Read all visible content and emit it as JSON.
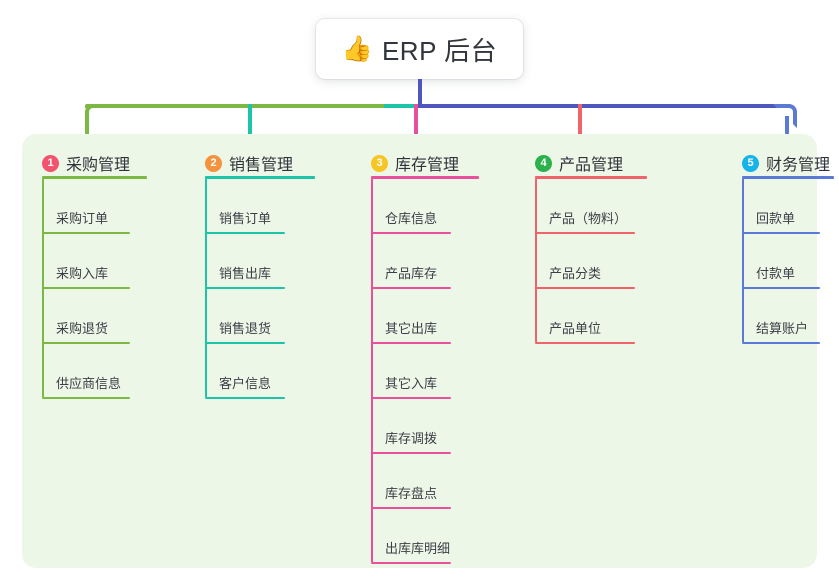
{
  "root": {
    "emoji": "👍",
    "emoji_name": "thumbs-up-icon",
    "title": "ERP 后台"
  },
  "palette": {
    "panel_bg": "#edf7e7",
    "page_bg": "#ffffff",
    "stem": "#4d57bf",
    "bar_green": "#7cb844",
    "bar_teal": "#1cc4a8",
    "bar_indigo": "#4d57bf",
    "text": "#2f343b"
  },
  "columns": [
    {
      "index": "1",
      "title": "采购管理",
      "badge_color": "#f2536d",
      "line_color": "#7cb844",
      "drop_color": "#7cb844",
      "items": [
        "采购订单",
        "采购入库",
        "采购退货",
        "供应商信息"
      ]
    },
    {
      "index": "2",
      "title": "销售管理",
      "badge_color": "#f5923e",
      "line_color": "#1cc4a8",
      "drop_color": "#1cc4a8",
      "items": [
        "销售订单",
        "销售出库",
        "销售退货",
        "客户信息"
      ]
    },
    {
      "index": "3",
      "title": "库存管理",
      "badge_color": "#f7c524",
      "line_color": "#ea4f9b",
      "drop_color": "#ea4f9b",
      "items": [
        "仓库信息",
        "产品库存",
        "其它出库",
        "其它入库",
        "库存调拨",
        "库存盘点",
        "出库库明细"
      ]
    },
    {
      "index": "4",
      "title": "产品管理",
      "badge_color": "#2bb24c",
      "line_color": "#f1636a",
      "drop_color": "#f1636a",
      "items": [
        "产品（物料）",
        "产品分类",
        "产品单位"
      ]
    },
    {
      "index": "5",
      "title": "财务管理",
      "badge_color": "#18b3e8",
      "line_color": "#5b79d6",
      "drop_color": "#5b79d6",
      "items": [
        "回款单",
        "付款单",
        "结算账户"
      ]
    }
  ]
}
